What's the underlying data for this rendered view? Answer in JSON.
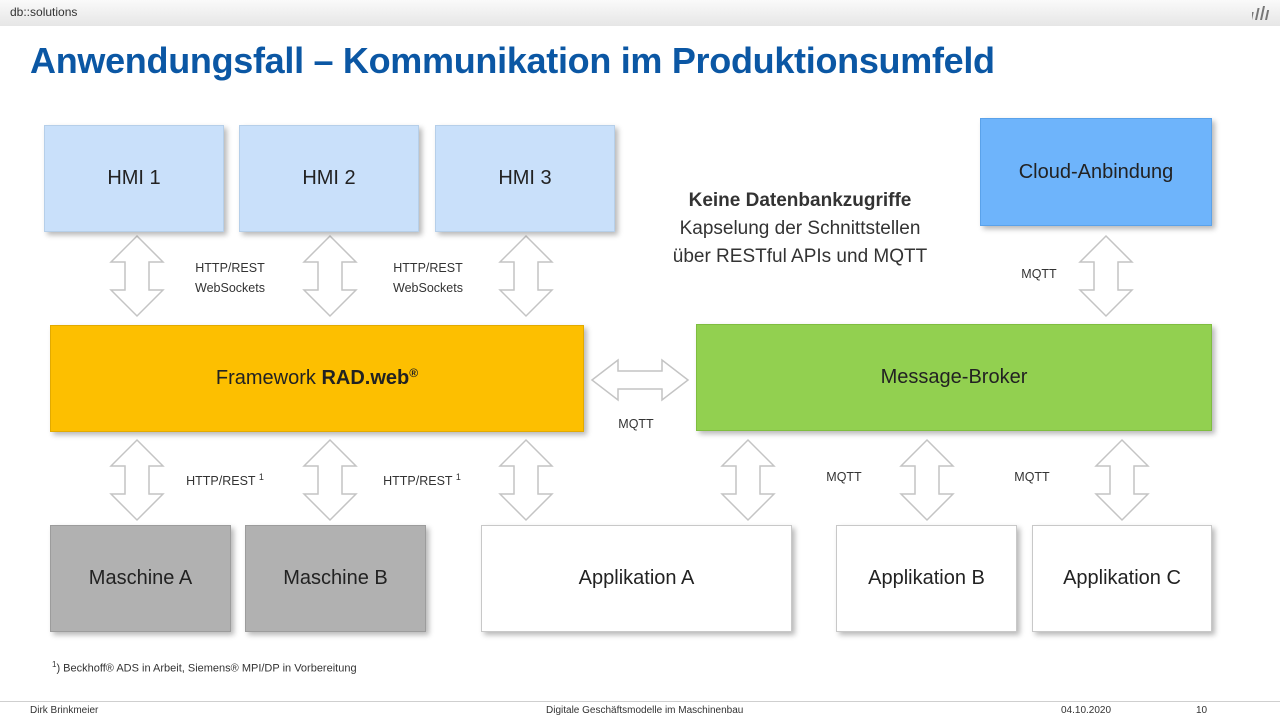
{
  "header": {
    "brand": "db::solutions",
    "logo_icon": "bars-logo-icon"
  },
  "title": "Anwendungsfall – Kommunikation im Produktionsumfeld",
  "boxes": {
    "hmi1": "HMI 1",
    "hmi2": "HMI 2",
    "hmi3": "HMI 3",
    "cloud": "Cloud-Anbindung",
    "framework_prefix": "Framework ",
    "framework_bold": "RAD.web",
    "framework_reg": "®",
    "broker": "Message-Broker",
    "machineA": "Maschine A",
    "machineB": "Maschine B",
    "appA": "Applikation A",
    "appB": "Applikation B",
    "appC": "Applikation C"
  },
  "note": {
    "bold": "Keine Datenbankzugriffe",
    "line2": "Kapselung der Schnittstellen",
    "line3": "über RESTful APIs und MQTT"
  },
  "labels": {
    "http_rest": "HTTP/REST",
    "websockets": "WebSockets",
    "mqtt": "MQTT",
    "http_rest_fn": "HTTP/REST",
    "fn_mark": "1"
  },
  "footnote": {
    "mark": "1",
    "text": ") Beckhoff® ADS in Arbeit, Siemens® MPI/DP in Vorbereitung"
  },
  "footer": {
    "author": "Dirk Brinkmeier",
    "topic": "Digitale Geschäftsmodelle im Maschinenbau",
    "date": "04.10.2020",
    "page": "10"
  },
  "colors": {
    "title": "#0b57a4",
    "hmi": "#c9e0fa",
    "cloud": "#6eb4fb",
    "framework": "#fdbf00",
    "broker": "#92d050",
    "machine": "#b1b1b1",
    "app": "#ffffff"
  }
}
